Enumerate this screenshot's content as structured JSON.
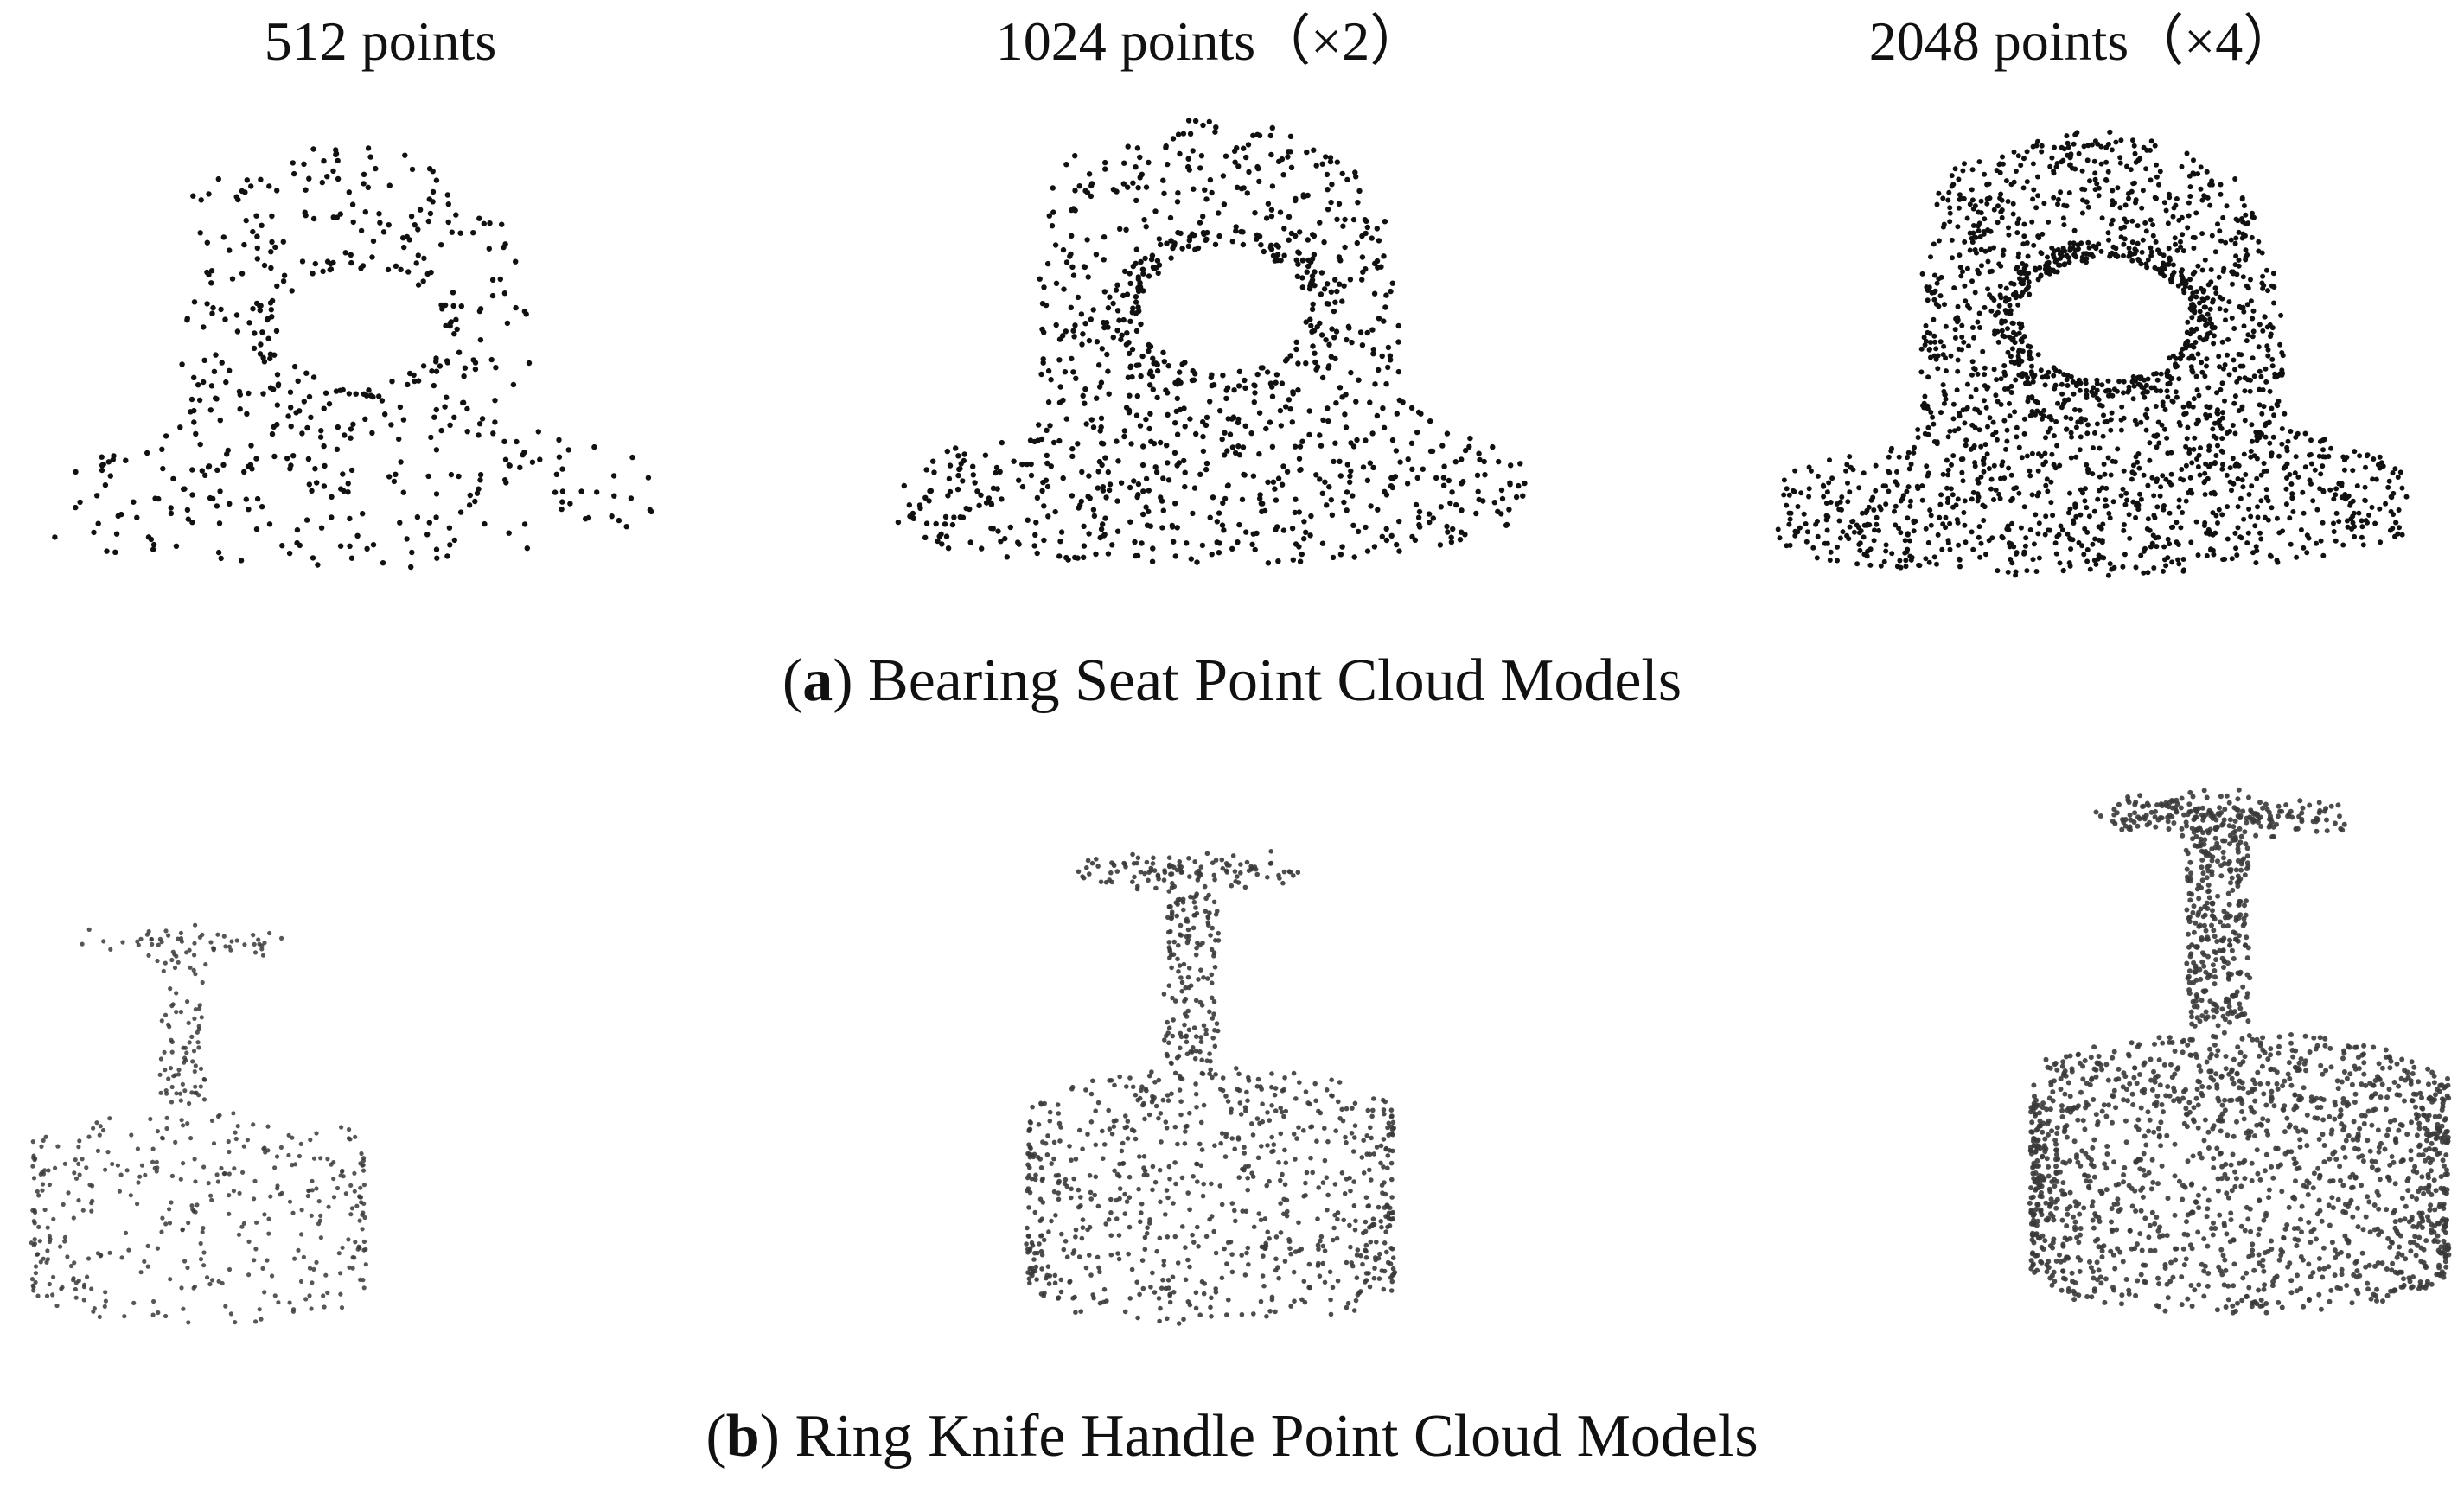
{
  "columns": [
    {
      "label": "512 points"
    },
    {
      "label": "1024 points（×2）"
    },
    {
      "label": "2048 points（×4）"
    }
  ],
  "captions": {
    "a": {
      "open": "(",
      "tag": "a",
      "close": ")",
      "text": " Bearing Seat Point Cloud Models"
    },
    "b": {
      "open": "(",
      "tag": "b",
      "close": ")",
      "text": " Ring Knife Handle Point Cloud Models"
    }
  },
  "rows": [
    {
      "model": "bearing-seat",
      "panels": [
        {
          "point_count": 512
        },
        {
          "point_count": 1024
        },
        {
          "point_count": 2048
        }
      ]
    },
    {
      "model": "ring-knife-handle",
      "panels": [
        {
          "point_count": 512
        },
        {
          "point_count": 1024
        },
        {
          "point_count": 2048
        }
      ]
    }
  ],
  "colors": {
    "point_dark": "#111111",
    "point_gray": "#3a3a3a",
    "text": "#111111"
  }
}
